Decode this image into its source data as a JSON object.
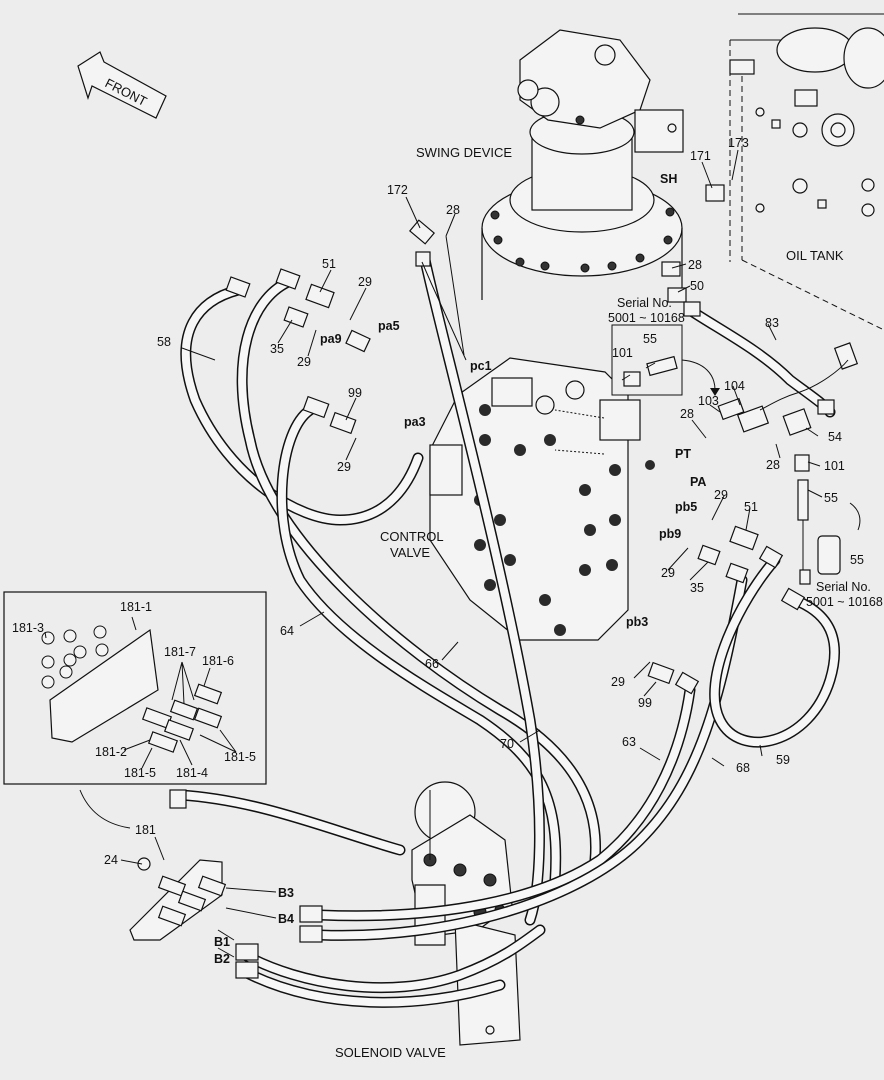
{
  "captions": {
    "front": "FRONT",
    "swing_device": "SWING DEVICE",
    "oil_tank": "OIL TANK",
    "control_valve_line1": "CONTROL",
    "control_valve_line2": "VALVE",
    "solenoid_valve": "SOLENOID VALVE"
  },
  "serial_notes": [
    {
      "line1": "Serial No.",
      "line2": "5001 ~ 10168"
    },
    {
      "line1": "Serial No.",
      "line2": "5001 ~ 10168"
    }
  ],
  "port_labels": [
    "SH",
    "pa5",
    "pa9",
    "pc1",
    "pa3",
    "PT",
    "PA",
    "pb5",
    "pb9",
    "pb3",
    "B3",
    "B4",
    "B1",
    "B2"
  ],
  "part_numbers": [
    "172",
    "28",
    "51",
    "29",
    "58",
    "35",
    "29",
    "99",
    "29",
    "171",
    "173",
    "28",
    "50",
    "83",
    "55",
    "101",
    "104",
    "103",
    "28",
    "54",
    "28",
    "101",
    "55",
    "29",
    "51",
    "29",
    "35",
    "55",
    "64",
    "66",
    "29",
    "99",
    "70",
    "63",
    "68",
    "59",
    "181",
    "24",
    "181-1",
    "181-3",
    "181-7",
    "181-6",
    "181-2",
    "181-5",
    "181-4",
    "181-5"
  ],
  "colors": {
    "line": "#111111",
    "background": "#ededed",
    "part_fill": "#f4f4f4"
  }
}
